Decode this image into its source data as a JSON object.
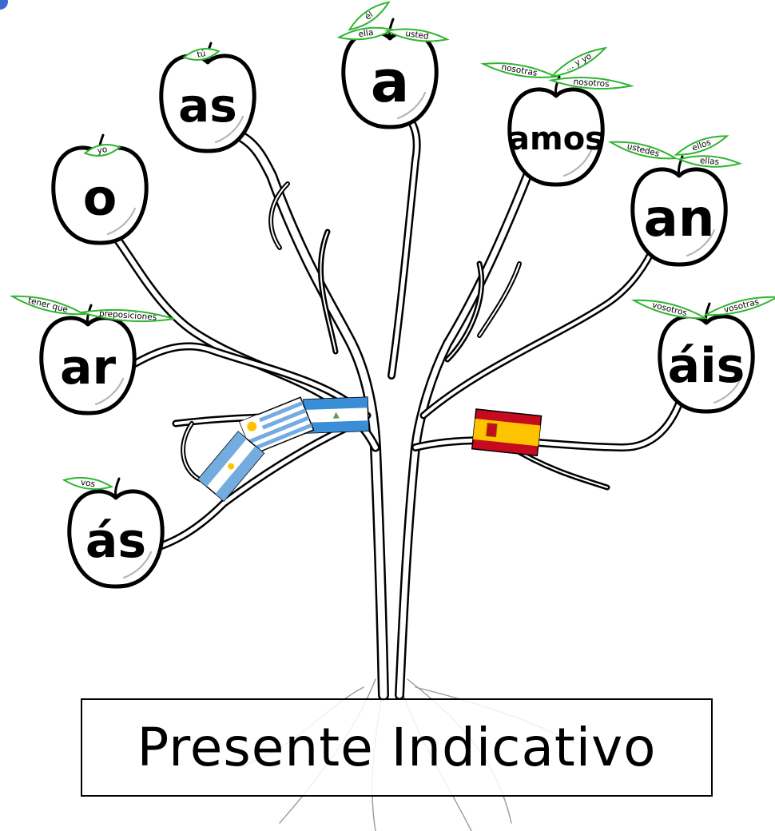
{
  "title": "Presente Indicativo",
  "colors": {
    "leaf_outline": "#2fb52f",
    "outline": "#000000",
    "flag_blue": "#3a8ed8",
    "flag_light_blue": "#74acdf",
    "flag_red": "#c60b1e",
    "flag_yellow": "#ffc400",
    "corner_dot": "#3b6ad1"
  },
  "flags": {
    "left_branch": [
      "nicaragua-flag",
      "uruguay-flag",
      "argentina-flag"
    ],
    "right_branch": [
      "spain-flag"
    ]
  },
  "apples": [
    {
      "id": "o",
      "suffix": "o",
      "leaves": [
        "yo"
      ]
    },
    {
      "id": "as",
      "suffix": "as",
      "leaves": [
        "tú"
      ]
    },
    {
      "id": "a",
      "suffix": "a",
      "leaves": [
        "él",
        "ella",
        "usted"
      ]
    },
    {
      "id": "amos",
      "suffix": "amos",
      "leaves": [
        "nosotras",
        "... y yo",
        "nosotros"
      ]
    },
    {
      "id": "an",
      "suffix": "an",
      "leaves": [
        "ustedes",
        "ellos",
        "ellas"
      ]
    },
    {
      "id": "ais",
      "suffix": "áis",
      "leaves": [
        "vosotros",
        "vosotras"
      ]
    },
    {
      "id": "ar",
      "suffix": "ar",
      "leaves": [
        "tener que",
        "preposiciones"
      ]
    },
    {
      "id": "vos",
      "suffix": "ás",
      "leaves": [
        "vos"
      ]
    }
  ]
}
